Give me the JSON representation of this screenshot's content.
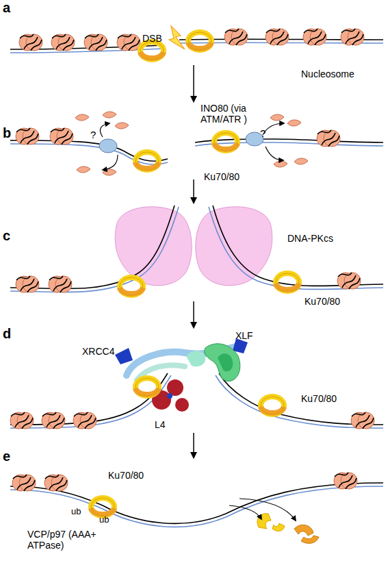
{
  "diagram": {
    "labels": [
      "a",
      "DSB",
      "Nucleosome",
      "b",
      "INO80 (via ATM/ATR )",
      "?",
      "?",
      "Ku70/80",
      "c",
      "DNA-PKcs",
      "Ku70/80",
      "d",
      "XRCC4",
      "XLF",
      "L4",
      "Ku70/80",
      "e",
      "Ku70/80",
      "ub",
      "ub",
      "VCP/p97 (AAA+ ATPase)"
    ]
  }
}
